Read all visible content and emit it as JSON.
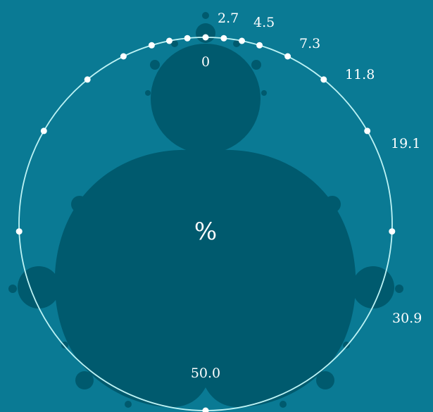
{
  "colors": {
    "background": "#0a7a94",
    "set_fill": "#005a6e",
    "circle_stroke": "#bdf3f5",
    "dot": "#ffffff",
    "text": "#ffffff"
  },
  "labels": {
    "center_symbol": "%",
    "top_value": "0",
    "bottom_value": "50.0",
    "right_values": [
      "2.7",
      "4.5",
      "7.3",
      "11.8",
      "19.1",
      "30.9"
    ]
  }
}
